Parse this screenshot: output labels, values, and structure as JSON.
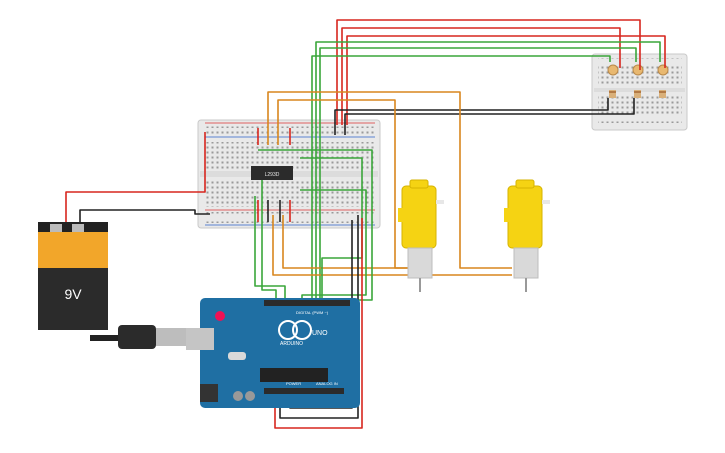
{
  "battery": {
    "label": "9V"
  },
  "driver_chip": {
    "label": "L293D"
  },
  "arduino": {
    "brand": "ARDUINO",
    "model": "UNO",
    "digital_header": "DIGITAL (PWM ~)",
    "power_header": "POWER",
    "analog_header": "ANALOG IN"
  },
  "colors": {
    "wire_red": "#d7261e",
    "wire_black": "#222222",
    "wire_green": "#3aa63a",
    "wire_orange": "#d8861e",
    "board_blue": "#1f6fa3",
    "motor_yellow": "#f5d313",
    "breadboard": "#e6e6e6"
  }
}
